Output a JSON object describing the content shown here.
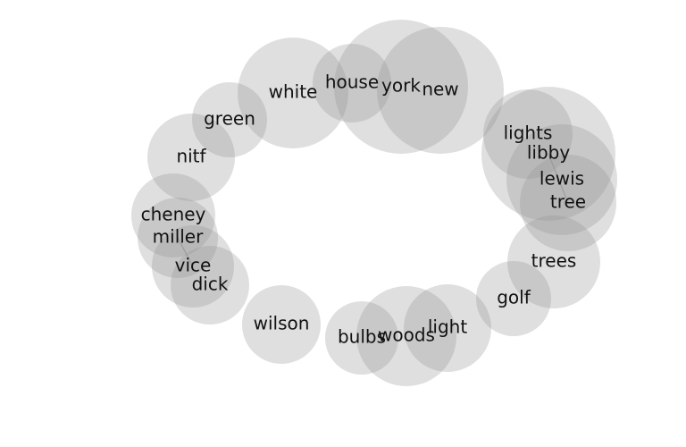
{
  "colors": {
    "bubble": "#969696",
    "text": "#111111",
    "background": "#ffffff"
  },
  "nodes": [
    {
      "id": "white",
      "label": "white"
    },
    {
      "id": "house",
      "label": "house"
    },
    {
      "id": "york",
      "label": "york"
    },
    {
      "id": "new",
      "label": "new"
    },
    {
      "id": "green",
      "label": "green"
    },
    {
      "id": "nitf",
      "label": "nitf"
    },
    {
      "id": "lights",
      "label": "lights"
    },
    {
      "id": "libby",
      "label": "libby"
    },
    {
      "id": "lewis",
      "label": "lewis"
    },
    {
      "id": "tree",
      "label": "tree"
    },
    {
      "id": "cheney",
      "label": "cheney"
    },
    {
      "id": "miller",
      "label": "miller"
    },
    {
      "id": "vice",
      "label": "vice"
    },
    {
      "id": "dick",
      "label": "dick"
    },
    {
      "id": "trees",
      "label": "trees"
    },
    {
      "id": "golf",
      "label": "golf"
    },
    {
      "id": "wilson",
      "label": "wilson"
    },
    {
      "id": "bulbs",
      "label": "bulbs"
    },
    {
      "id": "woods",
      "label": "woods"
    },
    {
      "id": "light",
      "label": "light"
    }
  ],
  "edges": [
    {
      "from": "libby",
      "to": "tree"
    },
    {
      "from": "miller",
      "to": "vice"
    }
  ]
}
